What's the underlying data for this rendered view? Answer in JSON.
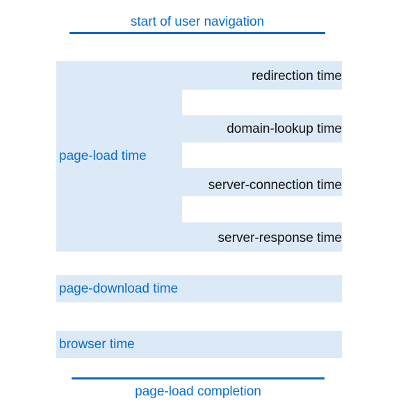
{
  "diagram": {
    "title_top": "start of user navigation",
    "title_bottom": "page-load completion",
    "colors": {
      "band_fill": "#dce9f7",
      "accent_blue": "#0a6ecd",
      "rule_blue": "#0a66c2",
      "phase_text": "#111111",
      "background": "#ffffff"
    },
    "start_marker": {
      "label": "start of user navigation"
    },
    "end_marker": {
      "label": "page-load completion"
    },
    "page_load": {
      "label": "page-load time",
      "phases": [
        {
          "label": "redirection time"
        },
        {
          "label": "domain-lookup time"
        },
        {
          "label": "server-connection time"
        },
        {
          "label": "server-response time"
        }
      ]
    },
    "bars": [
      {
        "label": "page-download time"
      },
      {
        "label": "browser time"
      }
    ]
  }
}
